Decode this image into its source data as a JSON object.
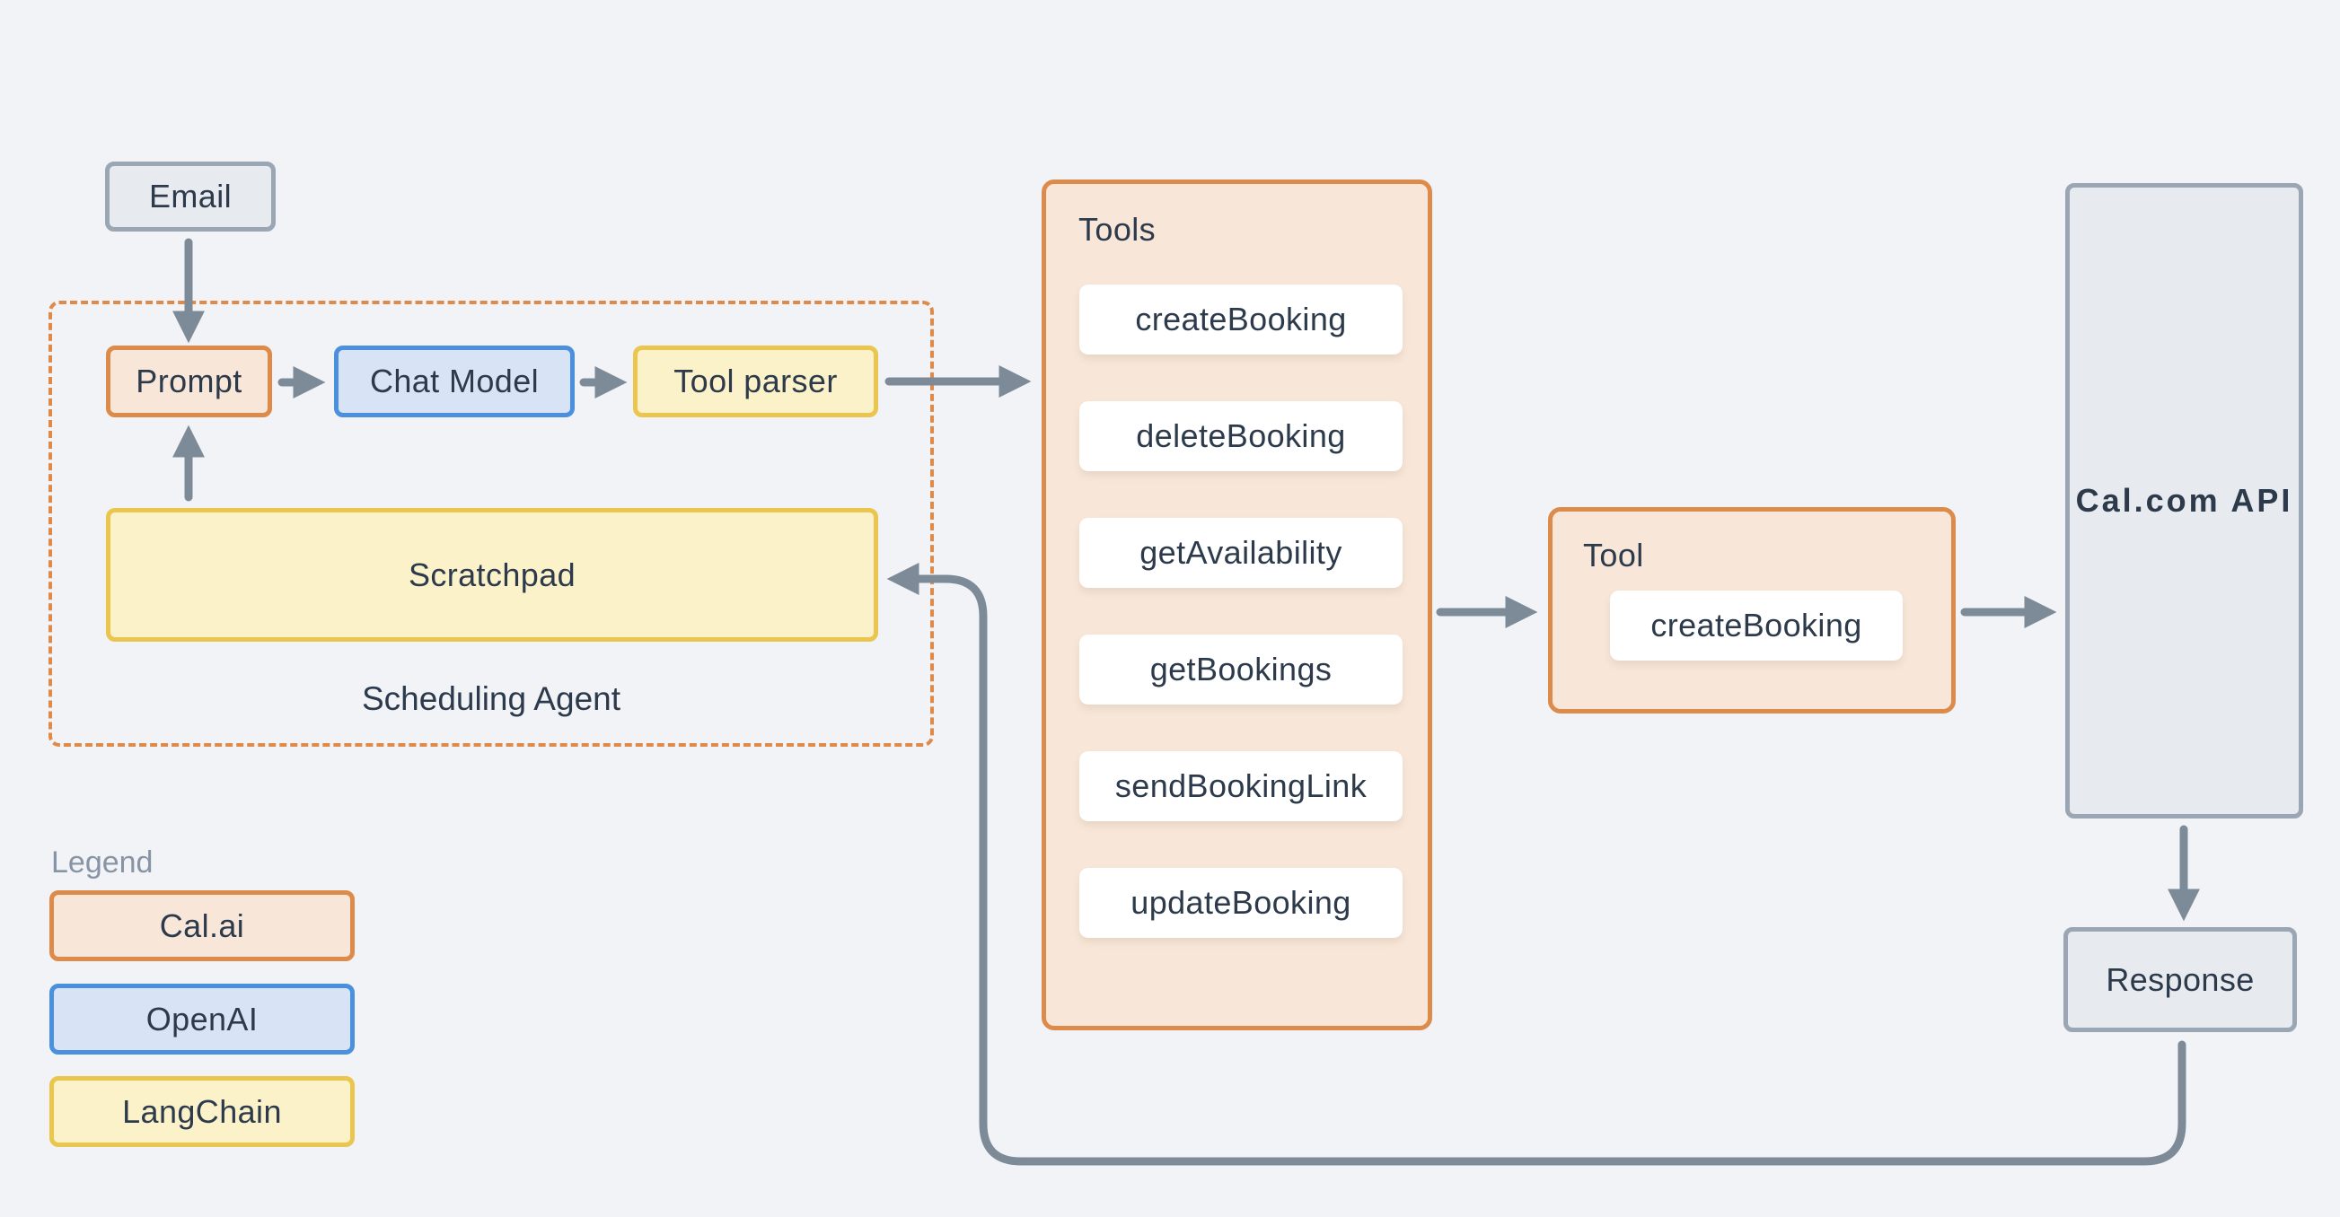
{
  "diagram": {
    "email": "Email",
    "prompt": "Prompt",
    "chat_model": "Chat Model",
    "tool_parser": "Tool parser",
    "scratchpad": "Scratchpad",
    "scheduling_agent": "Scheduling Agent",
    "tools": {
      "title": "Tools",
      "items": [
        "createBooking",
        "deleteBooking",
        "getAvailability",
        "getBookings",
        "sendBookingLink",
        "updateBooking"
      ]
    },
    "tool": {
      "title": "Tool",
      "items": [
        "createBooking"
      ]
    },
    "api": "Cal.com API",
    "response": "Response"
  },
  "legend": {
    "title": "Legend",
    "entries": [
      {
        "label": "Cal.ai",
        "fill": "#f8e7d8",
        "border": "#dd8b4a"
      },
      {
        "label": "OpenAI",
        "fill": "#d8e4f6",
        "border": "#4a90dd"
      },
      {
        "label": "LangChain",
        "fill": "#fbf2c9",
        "border": "#eac64e"
      }
    ]
  },
  "colors": {
    "background": "#f1f3f6",
    "arrow": "#7d8b99",
    "text": "#2c3a4b",
    "muted_text": "#8794a5",
    "neutral_fill": "#e7eaee",
    "neutral_border": "#9aa6b4"
  }
}
